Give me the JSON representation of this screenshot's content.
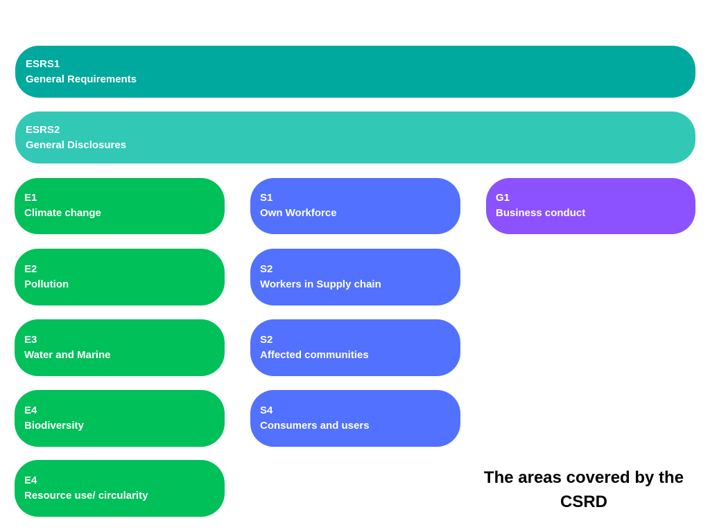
{
  "colors": {
    "esrs1": "#00A99D",
    "esrs2": "#31C9B6",
    "environmental": "#00C05A",
    "social": "#5271FF",
    "governance": "#8C52FF",
    "caption_text": "#000000"
  },
  "cross_cutting": [
    {
      "code": "ESRS1",
      "label": "General Requirements"
    },
    {
      "code": "ESRS2",
      "label": "General Disclosures"
    }
  ],
  "environmental": [
    {
      "code": "E1",
      "label": "Climate change"
    },
    {
      "code": "E2",
      "label": "Pollution"
    },
    {
      "code": "E3",
      "label": "Water and Marine"
    },
    {
      "code": "E4",
      "label": "Biodiversity"
    },
    {
      "code": "E4",
      "label": "Resource use/ circularity"
    }
  ],
  "social": [
    {
      "code": "S1",
      "label": "Own Workforce"
    },
    {
      "code": "S2",
      "label": "Workers in Supply chain"
    },
    {
      "code": "S2",
      "label": "Affected communities"
    },
    {
      "code": "S4",
      "label": "Consumers and users"
    }
  ],
  "governance": [
    {
      "code": "G1",
      "label": "Business conduct"
    }
  ],
  "caption": "The areas covered by the CSRD"
}
